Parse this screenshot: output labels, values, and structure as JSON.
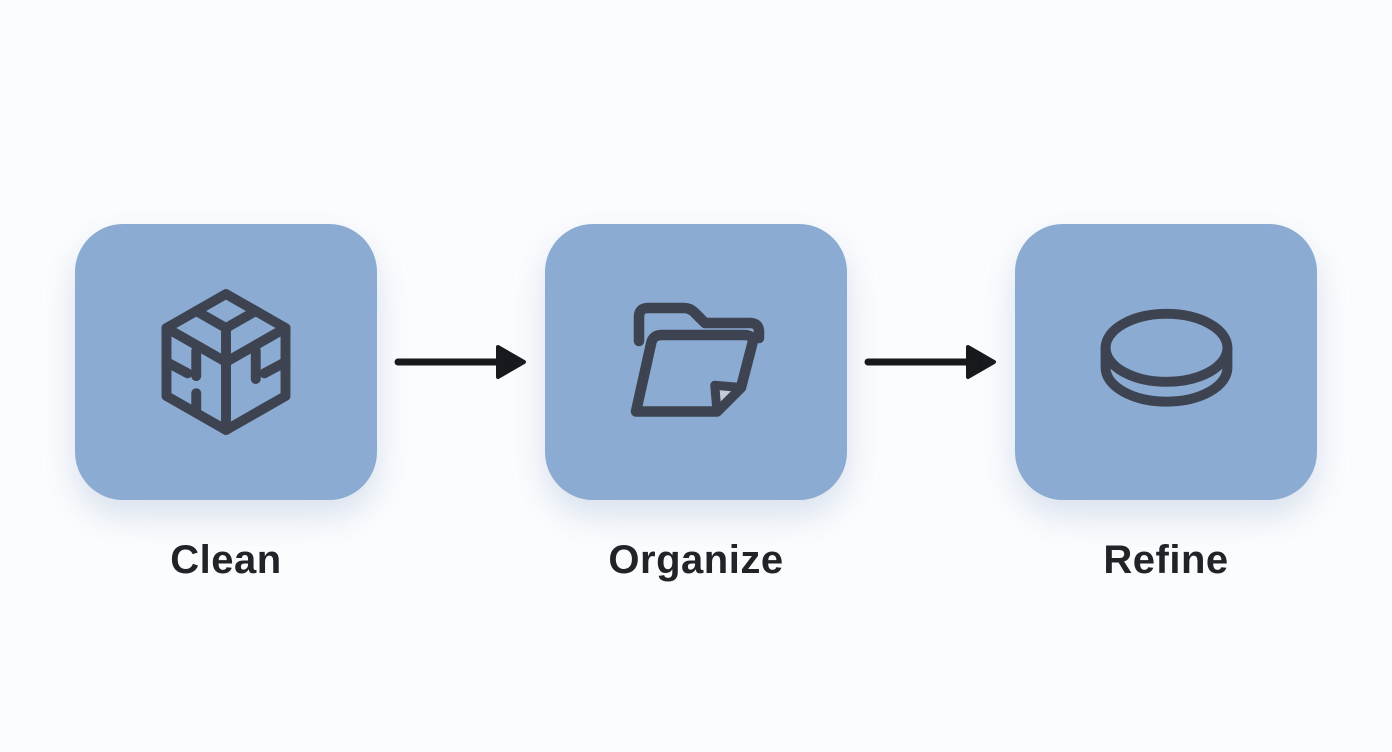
{
  "diagram": {
    "title": "three-step data workflow",
    "background_color": "#fbfcfe",
    "box_color": "#8babd2",
    "icon_stroke_color": "#3d4350",
    "arrow_color": "#17191d",
    "label_color": "#212329",
    "steps": [
      {
        "label": "Clean",
        "icon": "cube-icon"
      },
      {
        "label": "Organize",
        "icon": "folder-icon"
      },
      {
        "label": "Refine",
        "icon": "disc-icon"
      }
    ],
    "arrows": [
      {
        "name": "arrow-clean-to-organize",
        "direction": "right"
      },
      {
        "name": "arrow-organize-to-refine",
        "direction": "right"
      }
    ]
  }
}
